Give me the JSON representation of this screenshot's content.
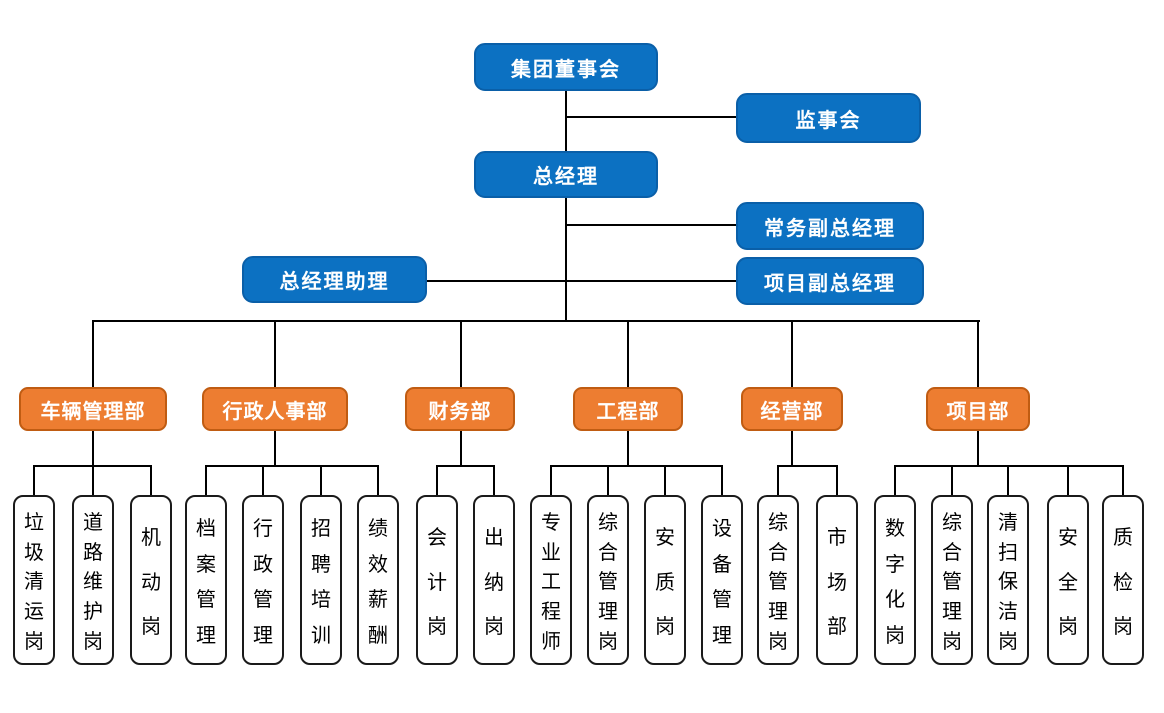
{
  "colors": {
    "node_blue": "#0c71c2",
    "node_blue_border": "#0a5fa8",
    "node_orange": "#ed7d31",
    "node_orange_border": "#c05c12",
    "position_fill": "#ffffff",
    "position_border": "#1a1a1a",
    "connector": "#000000"
  },
  "top": {
    "board": "集团董事会",
    "supervisory": "监事会",
    "gm": "总经理",
    "exec_deputy": "常务副总经理",
    "gm_assistant": "总经理助理",
    "project_deputy": "项目副总经理"
  },
  "departments": [
    {
      "label": "车辆管理部",
      "children": [
        "垃圾清运岗",
        "道路维护岗",
        "机动岗"
      ]
    },
    {
      "label": "行政人事部",
      "children": [
        "档案管理",
        "行政管理",
        "招聘培训",
        "绩效薪酬"
      ]
    },
    {
      "label": "财务部",
      "children": [
        "会计岗",
        "出纳岗"
      ]
    },
    {
      "label": "工程部",
      "children": [
        "专业工程师",
        "综合管理岗",
        "安质岗",
        "设备管理"
      ]
    },
    {
      "label": "经营部",
      "children": [
        "综合管理岗",
        "市场部"
      ]
    },
    {
      "label": "项目部",
      "children": [
        "数字化岗",
        "综合管理岗",
        "清扫保洁岗",
        "安全岗",
        "质检岗"
      ]
    }
  ]
}
